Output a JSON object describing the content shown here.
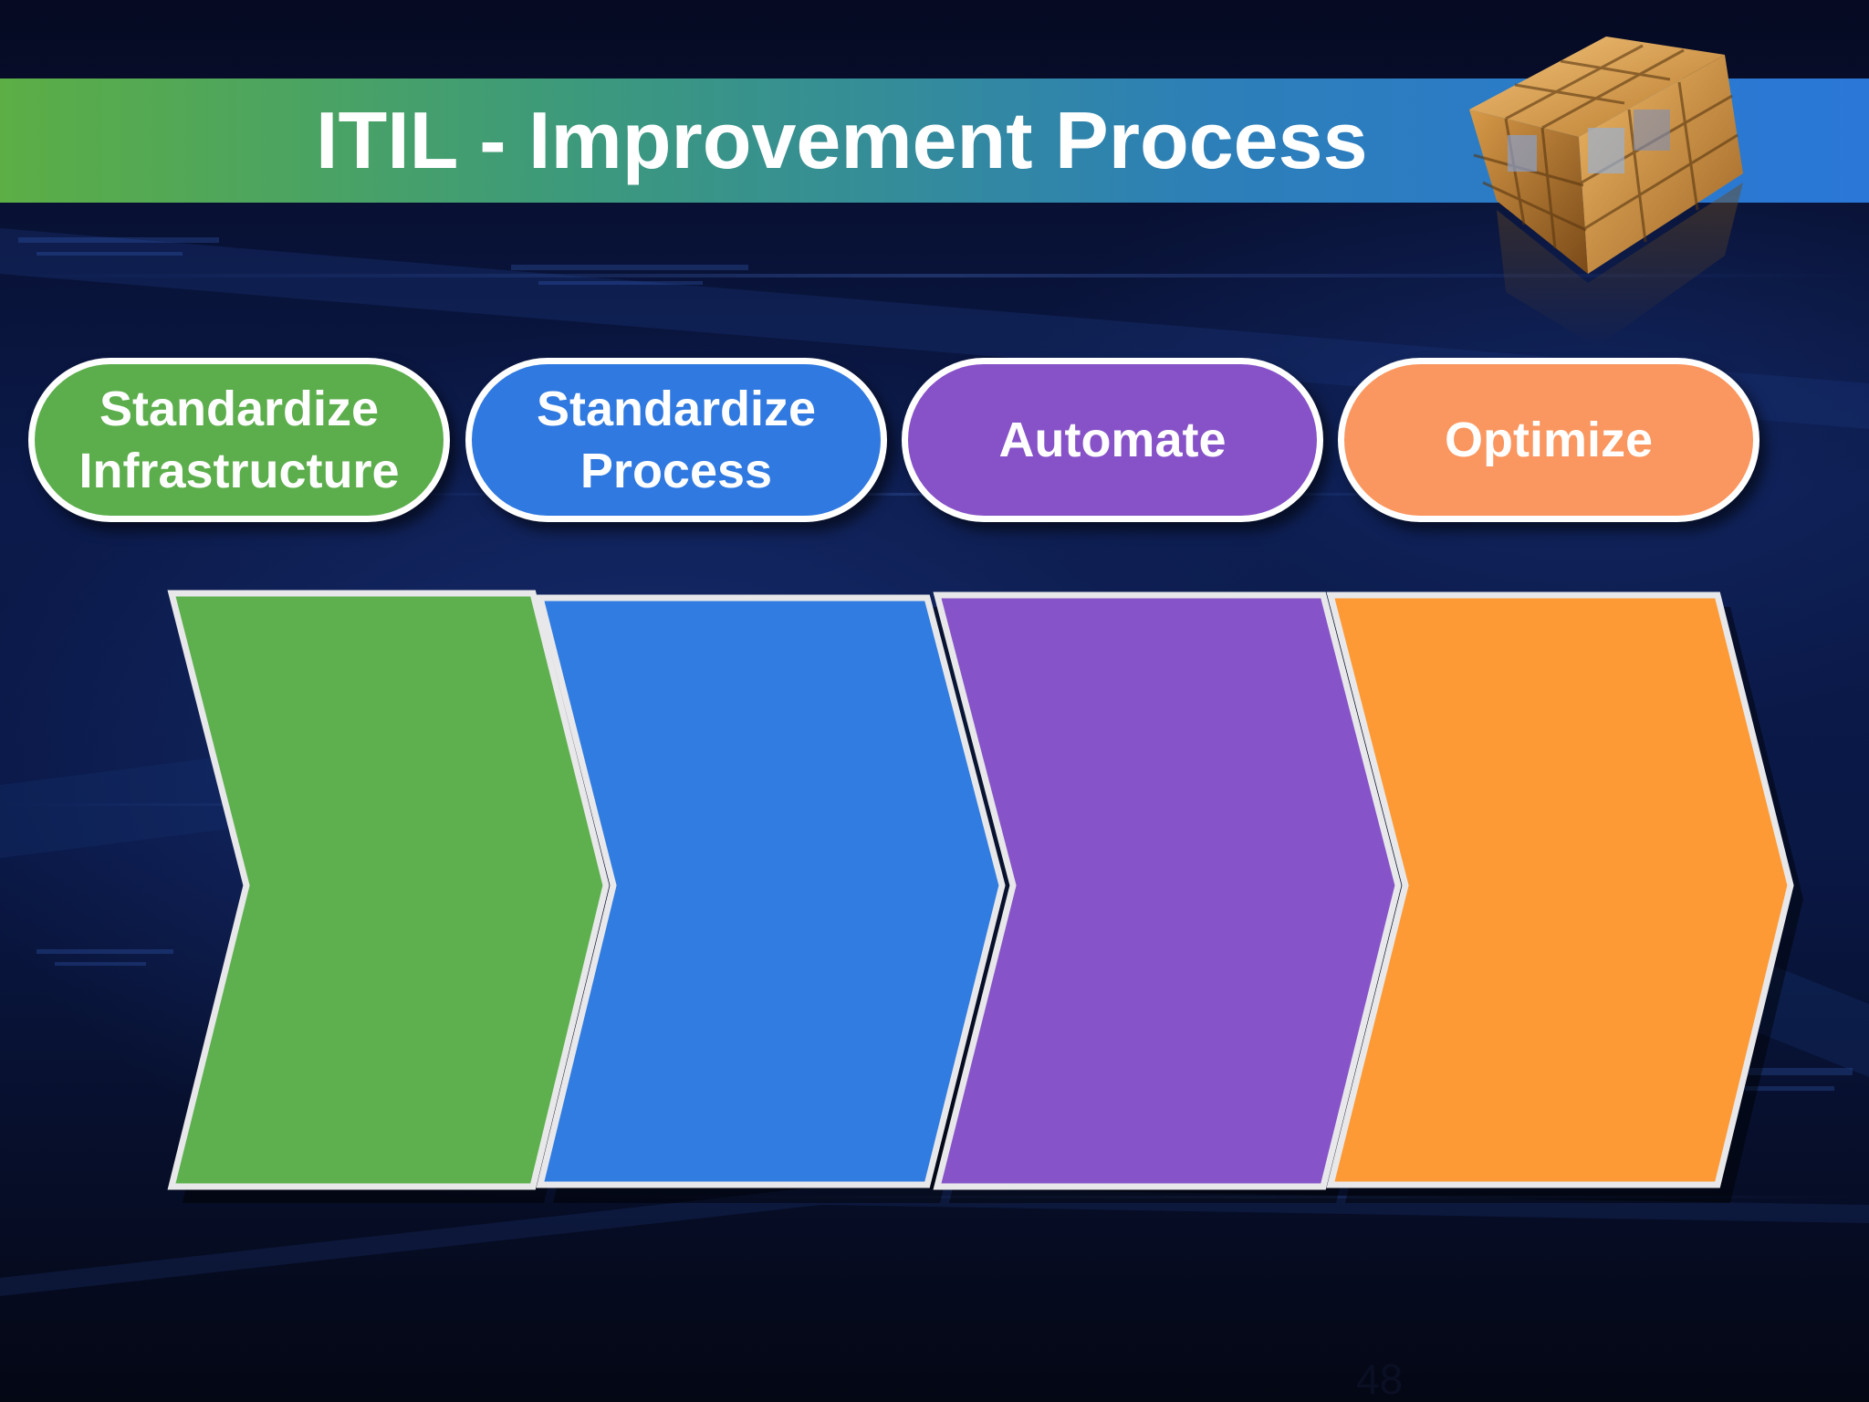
{
  "title": "ITIL - Improvement Process",
  "steps": [
    {
      "label": "Standardize\nInfrastructure",
      "color": "#5cae4c"
    },
    {
      "label": "Standardize\nProcess",
      "color": "#2f79e0"
    },
    {
      "label": "Automate",
      "color": "#8752c8"
    },
    {
      "label": "Optimize",
      "color": "#fa965f"
    }
  ],
  "chevron_colors": [
    "#5db04d",
    "#307ce1",
    "#8753c8",
    "#fe9a35"
  ],
  "page_number": "48",
  "logo": {
    "icon": "rubiks-cube-icon"
  }
}
